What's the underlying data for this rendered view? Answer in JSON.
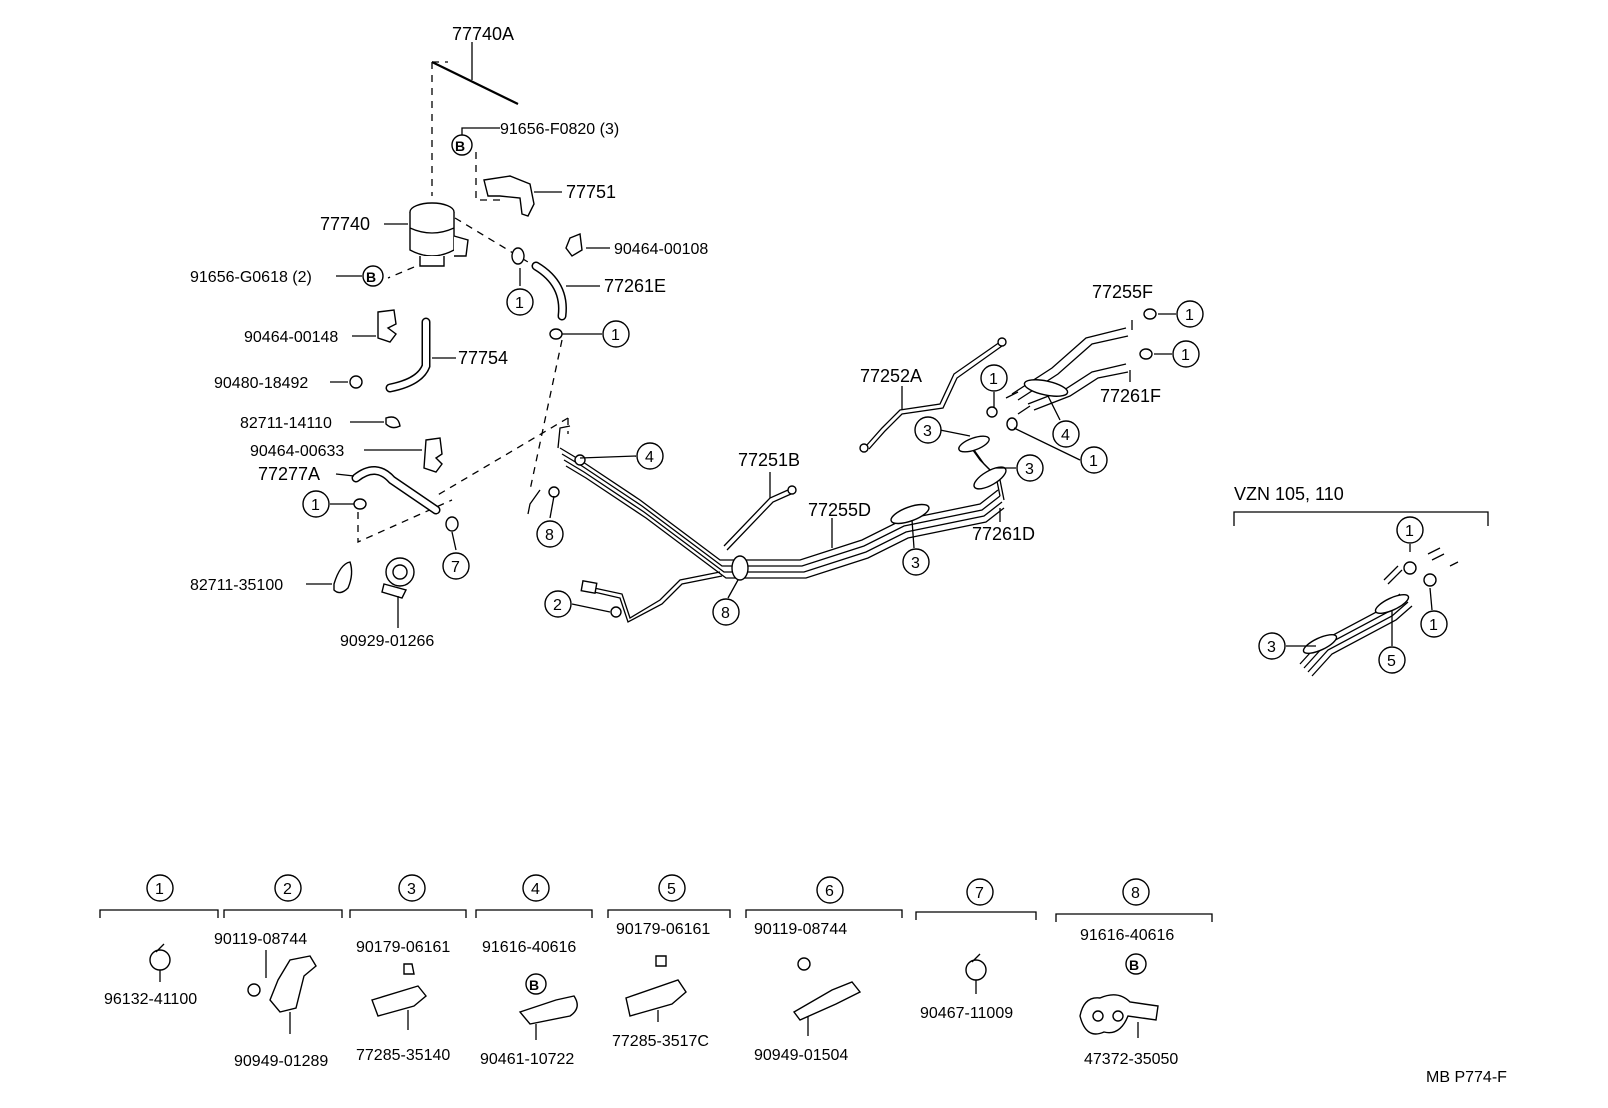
{
  "parts": {
    "p77740A": "77740A",
    "p91656F": "91656-F0820 (3)",
    "p77751": "77751",
    "p77740": "77740",
    "p90464_00108": "90464-00108",
    "p91656G": "91656-G0618 (2)",
    "p77261E": "77261E",
    "p90464_00148": "90464-00148",
    "p77754": "77754",
    "p90480": "90480-18492",
    "p82711_14110": "82711-14110",
    "p90464_00633": "90464-00633",
    "p77277A": "77277A",
    "p82711_35100": "82711-35100",
    "p90929": "90929-01266",
    "p77252A": "77252A",
    "p77255F": "77255F",
    "p77261F": "77261F",
    "p77251B": "77251B",
    "p77255D": "77255D",
    "p77261D": "77261D"
  },
  "inset": {
    "title": "VZN 105, 110"
  },
  "callout_numbers": [
    "1",
    "2",
    "3",
    "4",
    "5",
    "6",
    "7",
    "8"
  ],
  "bolt_letter": "B",
  "legend": [
    {
      "num": "1",
      "parts": [
        "96132-41100"
      ]
    },
    {
      "num": "2",
      "parts": [
        "90119-08744",
        "90949-01289"
      ]
    },
    {
      "num": "3",
      "parts": [
        "90179-06161",
        "77285-35140"
      ]
    },
    {
      "num": "4",
      "parts": [
        "91616-40616",
        "90461-10722"
      ]
    },
    {
      "num": "5",
      "parts": [
        "90179-06161",
        "77285-3517C"
      ]
    },
    {
      "num": "6",
      "parts": [
        "90119-08744",
        "90949-01504"
      ]
    },
    {
      "num": "7",
      "parts": [
        "90467-11009"
      ]
    },
    {
      "num": "8",
      "parts": [
        "91616-40616",
        "47372-35050"
      ]
    }
  ],
  "footer_code": "MB  P774-F"
}
